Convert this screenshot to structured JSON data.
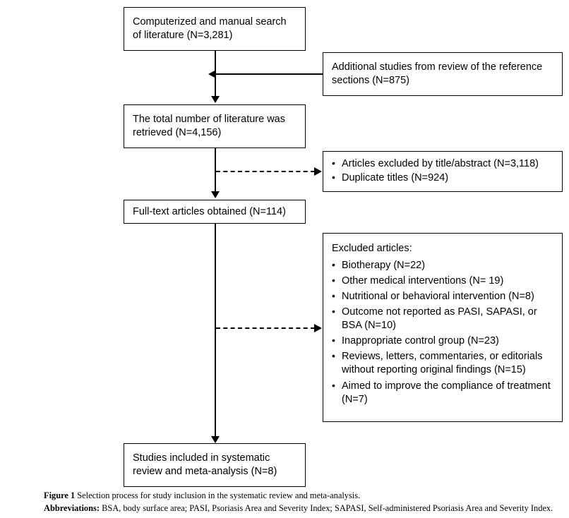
{
  "figure": {
    "type": "prisma-flow-diagram",
    "caption_label": "Figure 1",
    "caption_text": "Selection process for study inclusion in the systematic review and meta-analysis.",
    "abbreviations_label": "Abbreviations:",
    "abbreviations_text": "BSA, body surface area; PASI, Psoriasis Area and Severity Index; SAPASI, Self-administered Psoriasis Area and Severity Index."
  },
  "nodes": {
    "search": {
      "line1": "Computerized and manual search",
      "line2": "of literature (N=3,281)"
    },
    "additional": {
      "line1": "Additional studies from review of the reference",
      "line2": "sections (N=875)"
    },
    "total": {
      "line1": "The total number of literature was",
      "line2": "retrieved (N=4,156)"
    },
    "excluded_first": {
      "bullets": [
        "Articles excluded by title/abstract (N=3,118)",
        "Duplicate titles (N=924)"
      ]
    },
    "fulltext": {
      "line1": "Full-text articles obtained (N=114)"
    },
    "excluded_second": {
      "heading": "Excluded articles:",
      "bullets": [
        "Biotherapy (N=22)",
        "Other medical interventions (N= 19)",
        "Nutritional or behavioral intervention (N=8)",
        "Outcome not reported as PASI, SAPASI, or BSA (N=10)",
        "Inappropriate control group (N=23)",
        "Reviews, letters, commentaries, or editorials without reporting original findings (N=15)",
        "Aimed to improve the compliance of treatment (N=7)"
      ]
    },
    "included": {
      "line1": "Studies included in systematic",
      "line2": "review and meta-analysis (N=8)"
    }
  },
  "connectors": {
    "search_to_total": "solid-arrow-down",
    "additional_to_trunk": "solid-arrow-left",
    "total_to_fulltext": "solid-arrow-down",
    "fulltext_to_excluded_first": "dashed-arrow-right",
    "fulltext_to_excluded_second": "dashed-arrow-right",
    "fulltext_to_included": "solid-arrow-down"
  },
  "colors": {
    "stroke": "#000000",
    "fill": "#ffffff",
    "text": "#000000"
  }
}
